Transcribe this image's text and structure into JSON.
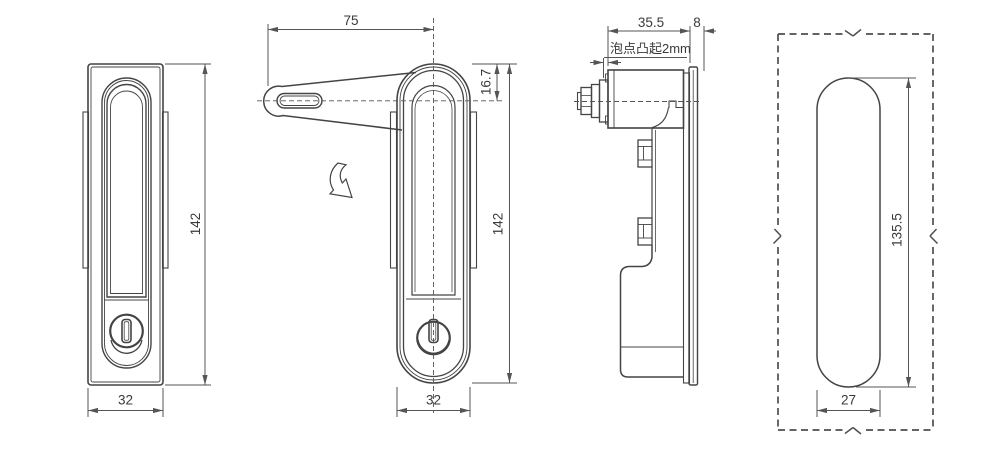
{
  "drawing": {
    "colors": {
      "part_line": "#444444",
      "dim_line": "#555555",
      "background": "#ffffff"
    },
    "views": {
      "front_closed": {
        "name": "front view, handle closed",
        "dims": {
          "height": "142",
          "width": "32"
        }
      },
      "front_open": {
        "name": "front view, handle swung open",
        "dims": {
          "handle_length": "75",
          "top_offset": "16.7",
          "height": "142",
          "width": "32"
        }
      },
      "side": {
        "name": "side profile view",
        "dims": {
          "depth": "35.5",
          "panel": "8"
        },
        "note": "泡点凸起2mm"
      },
      "panel_cutout": {
        "name": "panel cutout drawing",
        "dims": {
          "cutout_height": "135.5",
          "cutout_width": "27"
        }
      }
    }
  }
}
